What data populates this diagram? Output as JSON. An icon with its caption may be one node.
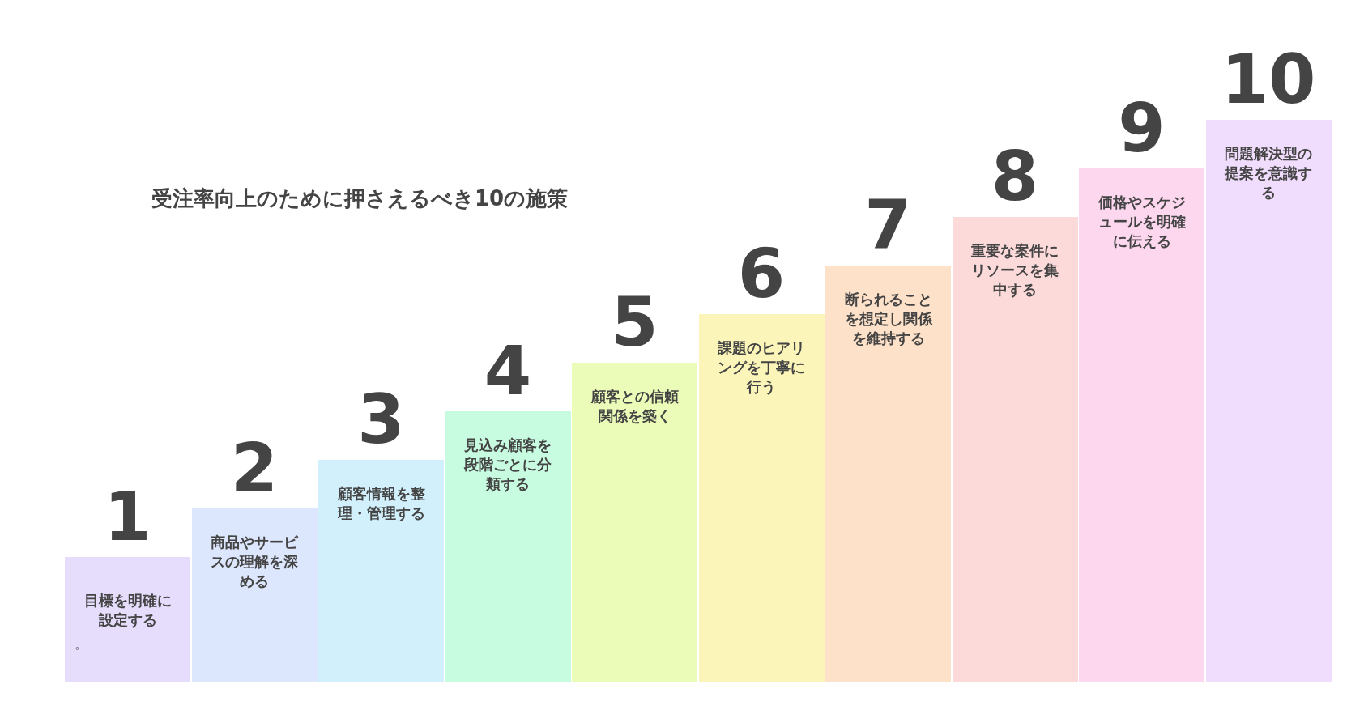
{
  "diagram": {
    "title": "受注率向上のために押さえるべき10の施策",
    "nodes": [
      {
        "text": [
          "1",
          "目標を明確に設定する",
          "。"
        ]
      },
      {
        "text": [
          "2",
          "商品やサービスの理解を深める"
        ]
      },
      {
        "text": [
          "3",
          "顧客情報を整理・管理する"
        ]
      },
      {
        "text": [
          "4",
          "見込み顧客を段階ごとに分類する"
        ]
      },
      {
        "text": [
          "5",
          "顧客との信頼関係を築く"
        ]
      },
      {
        "text": [
          "6",
          "課題のヒアリングを丁寧に行う"
        ]
      },
      {
        "text": [
          "7",
          "断られることを想定し関係を維持する"
        ]
      },
      {
        "text": [
          "8",
          "重要な案件にリソースを集中する"
        ]
      },
      {
        "text": [
          "9",
          "価格やスケジュールを明確に伝える"
        ]
      },
      {
        "text": [
          "10",
          "問題解決型の提案を意識する"
        ]
      }
    ]
  }
}
